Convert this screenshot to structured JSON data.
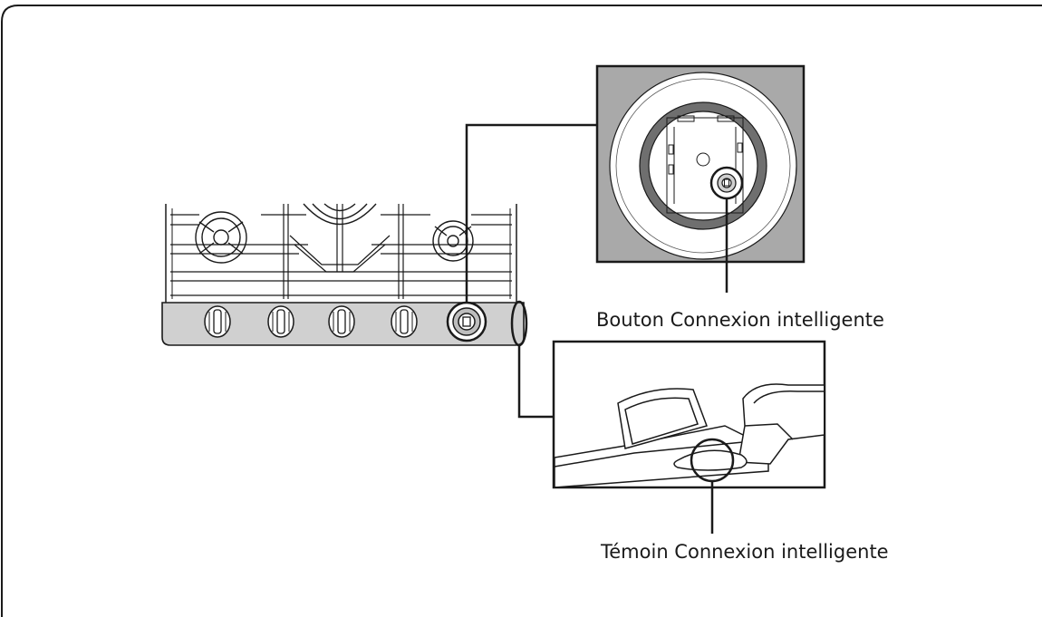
{
  "callouts": {
    "button": "Bouton Connexion intelligente",
    "indicator": "Témoin Connexion intelligente"
  },
  "colors": {
    "line": "#1a1a1a",
    "panel_gray": "#a9a9a9",
    "dark_ring": "#6f6f6f",
    "cooktop_front": "#d0d0d0",
    "card_bg": "#ffffff"
  },
  "knob_count": 4
}
